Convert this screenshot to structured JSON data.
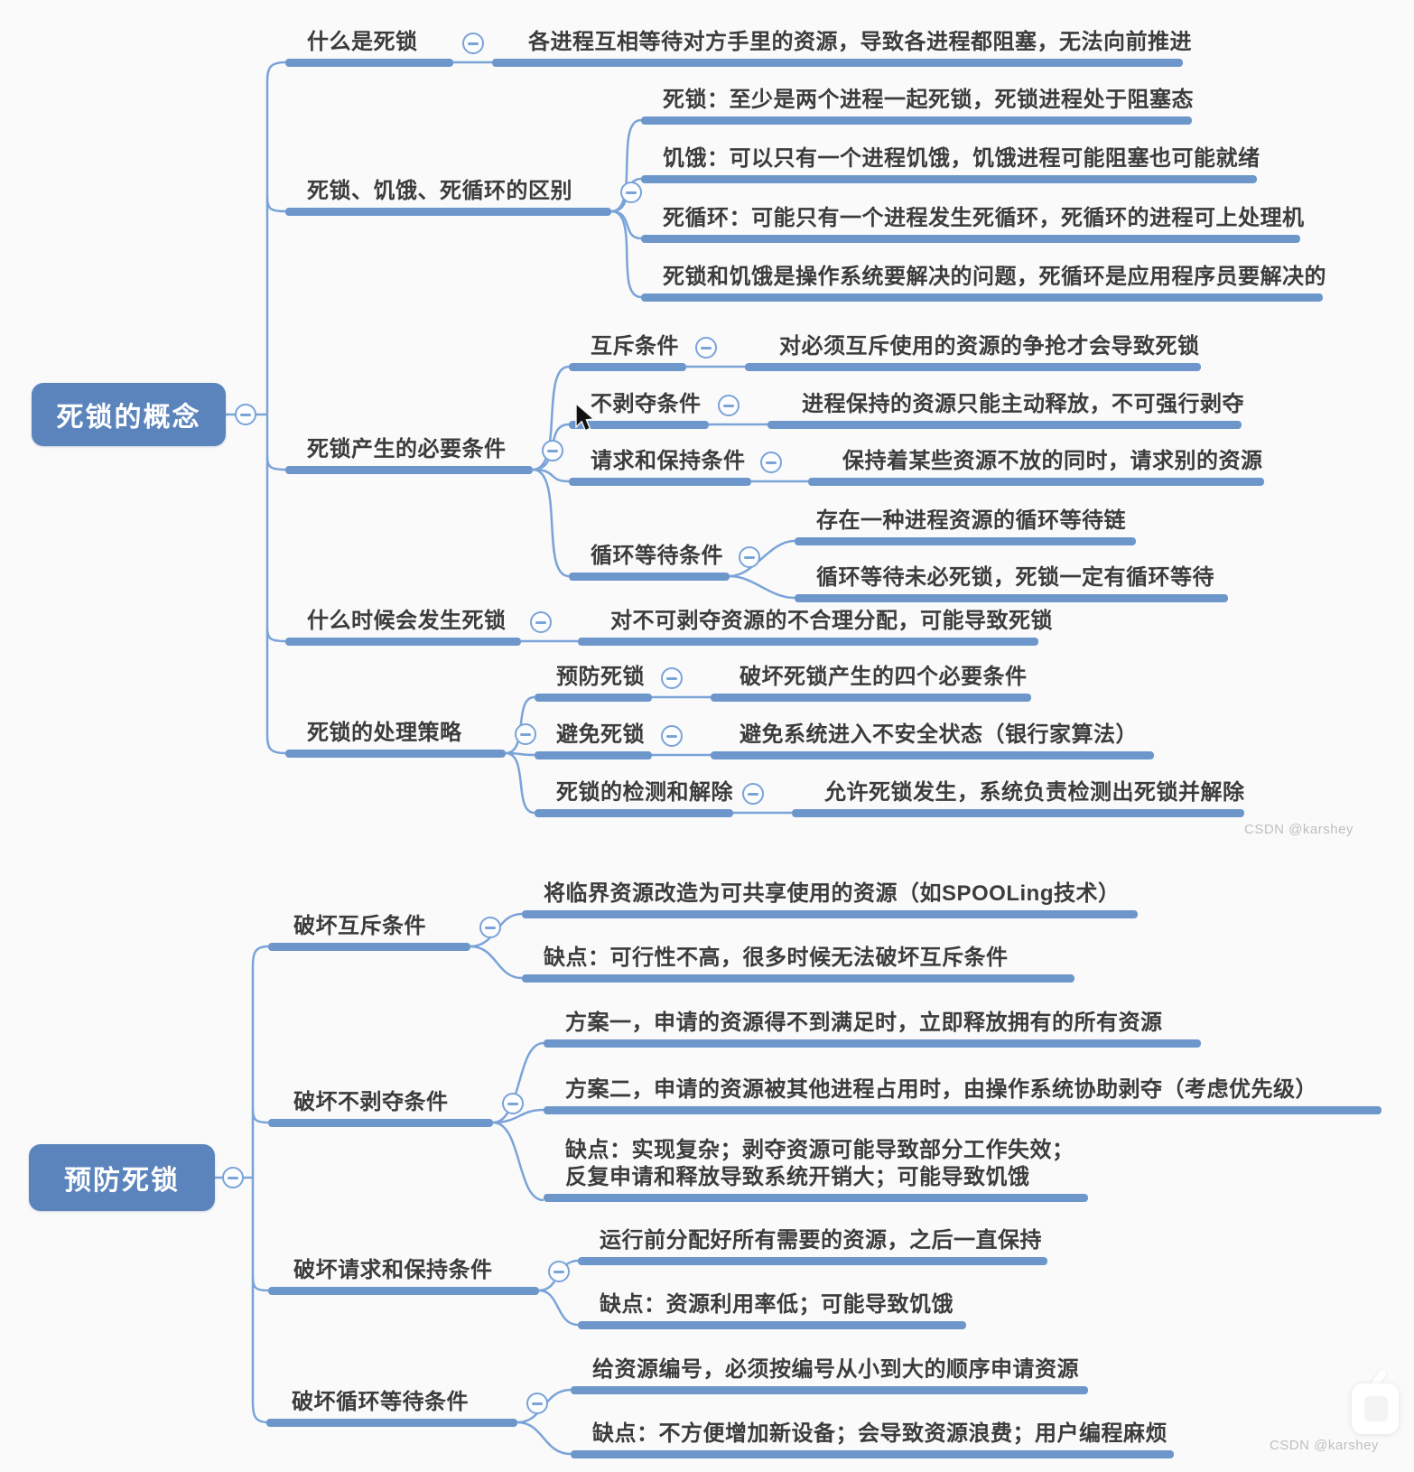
{
  "watermark": "CSDN @karshey",
  "colors": {
    "bar": "#6d96cb",
    "line": "#7aa3d8",
    "root_fill": "#5b84bd",
    "text": "#3c3c3c"
  },
  "icons": {
    "collapse": "minus-circle",
    "logo": "tv-logo"
  },
  "tree1": {
    "root": "死锁的概念",
    "branches": [
      {
        "label": "什么是死锁",
        "children": [
          {
            "label": "各进程互相等待对方手里的资源，导致各进程都阻塞，无法向前推进"
          }
        ]
      },
      {
        "label": "死锁、饥饿、死循环的区别",
        "children": [
          {
            "label": "死锁：至少是两个进程一起死锁，死锁进程处于阻塞态"
          },
          {
            "label": "饥饿：可以只有一个进程饥饿，饥饿进程可能阻塞也可能就绪"
          },
          {
            "label": "死循环：可能只有一个进程发生死循环，死循环的进程可上处理机"
          },
          {
            "label": "死锁和饥饿是操作系统要解决的问题，死循环是应用程序员要解决的"
          }
        ]
      },
      {
        "label": "死锁产生的必要条件",
        "children": [
          {
            "label": "互斥条件",
            "children": [
              {
                "label": "对必须互斥使用的资源的争抢才会导致死锁"
              }
            ]
          },
          {
            "label": "不剥夺条件",
            "children": [
              {
                "label": "进程保持的资源只能主动释放，不可强行剥夺"
              }
            ]
          },
          {
            "label": "请求和保持条件",
            "children": [
              {
                "label": "保持着某些资源不放的同时，请求别的资源"
              }
            ]
          },
          {
            "label": "循环等待条件",
            "children": [
              {
                "label": "存在一种进程资源的循环等待链"
              },
              {
                "label": "循环等待未必死锁，死锁一定有循环等待"
              }
            ]
          }
        ]
      },
      {
        "label": "什么时候会发生死锁",
        "children": [
          {
            "label": "对不可剥夺资源的不合理分配，可能导致死锁"
          }
        ]
      },
      {
        "label": "死锁的处理策略",
        "children": [
          {
            "label": "预防死锁",
            "children": [
              {
                "label": "破坏死锁产生的四个必要条件"
              }
            ]
          },
          {
            "label": "避免死锁",
            "children": [
              {
                "label": "避免系统进入不安全状态（银行家算法）"
              }
            ]
          },
          {
            "label": "死锁的检测和解除",
            "children": [
              {
                "label": "允许死锁发生，系统负责检测出死锁并解除"
              }
            ]
          }
        ]
      }
    ]
  },
  "tree2": {
    "root": "预防死锁",
    "branches": [
      {
        "label": "破坏互斥条件",
        "children": [
          {
            "label": "将临界资源改造为可共享使用的资源（如SPOOLing技术）"
          },
          {
            "label": "缺点：可行性不高，很多时候无法破坏互斥条件"
          }
        ]
      },
      {
        "label": "破坏不剥夺条件",
        "children": [
          {
            "label": "方案一，申请的资源得不到满足时，立即释放拥有的所有资源"
          },
          {
            "label": "方案二，申请的资源被其他进程占用时，由操作系统协助剥夺（考虑优先级）"
          },
          {
            "label": "缺点：实现复杂；剥夺资源可能导致部分工作失效；\n反复申请和释放导致系统开销大；可能导致饥饿"
          }
        ]
      },
      {
        "label": "破坏请求和保持条件",
        "children": [
          {
            "label": "运行前分配好所有需要的资源，之后一直保持"
          },
          {
            "label": "缺点：资源利用率低；可能导致饥饿"
          }
        ]
      },
      {
        "label": "破坏循环等待条件",
        "children": [
          {
            "label": "给资源编号，必须按编号从小到大的顺序申请资源"
          },
          {
            "label": "缺点：不方便增加新设备；会导致资源浪费；用户编程麻烦"
          }
        ]
      }
    ]
  }
}
